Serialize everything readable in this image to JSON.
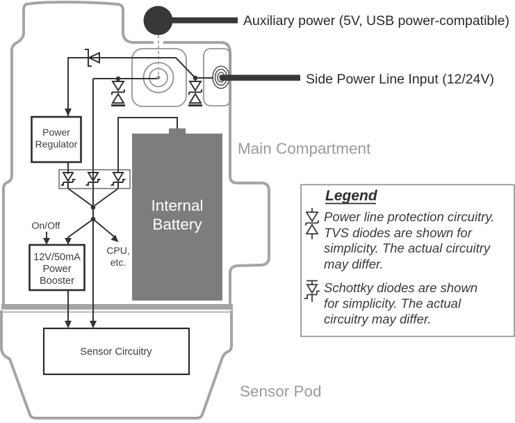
{
  "callouts": {
    "auxiliary_power": "Auxiliary power (5V, USB power-compatible)",
    "side_power": "Side Power Line Input (12/24V)"
  },
  "compartments": {
    "main": "Main Compartment",
    "pod": "Sensor Pod"
  },
  "boxes": {
    "power_regulator": {
      "lines": [
        "Power",
        "Regulator"
      ]
    },
    "power_booster": {
      "lines": [
        "12V/50mA",
        "Power",
        "Booster"
      ]
    },
    "sensor_circuitry": {
      "label": "Sensor Circuitry"
    },
    "internal_battery": {
      "lines": [
        "Internal",
        "Battery"
      ]
    }
  },
  "wire_labels": {
    "on_off": "On/Off",
    "cpu": [
      "CPU,",
      "etc."
    ]
  },
  "legend": {
    "title": "Legend",
    "items": [
      {
        "symbol": "tvs-diode-icon",
        "lines": [
          "Power line protection circuitry.",
          "TVS diodes are shown for",
          "simplicity. The actual circuitry",
          "may differ."
        ]
      },
      {
        "symbol": "schottky-diode-icon",
        "lines": [
          "Schottky diodes are shown",
          "for simplicity. The actual",
          "circuitry may differ."
        ]
      }
    ]
  },
  "colors": {
    "device_outline": "#a5a5a5",
    "wire": "#333333",
    "battery_fill": "#7d7d7d",
    "connector_fill": "#383838",
    "gray_label": "#9a9a9a"
  }
}
